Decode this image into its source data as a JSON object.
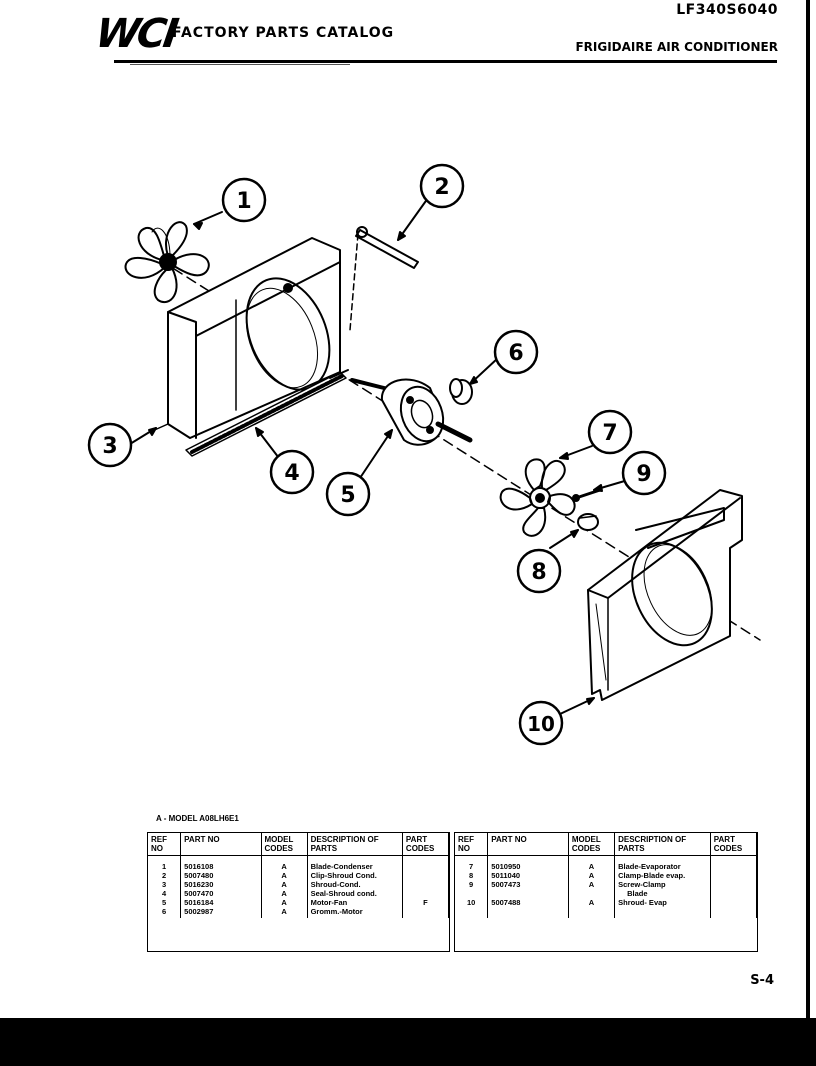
{
  "header": {
    "logo_text": "WCI",
    "catalog_title": "FACTORY PARTS CATALOG",
    "model_number": "LF340S6040",
    "brand_title": "FRIGIDAIRE AIR CONDITIONER"
  },
  "callouts": [
    "1",
    "2",
    "3",
    "4",
    "5",
    "6",
    "7",
    "8",
    "9",
    "10"
  ],
  "model_note": "A - MODEL A08LH6E1",
  "table": {
    "headers": [
      "REF NO",
      "PART NO",
      "MODEL CODES",
      "DESCRIPTION OF PARTS",
      "PART CODES"
    ],
    "left_rows": [
      {
        "ref": "1",
        "part": "5016108",
        "model": "A",
        "desc": "Blade-Condenser",
        "code": ""
      },
      {
        "ref": "2",
        "part": "5007480",
        "model": "A",
        "desc": "Clip-Shroud Cond.",
        "code": ""
      },
      {
        "ref": "3",
        "part": "5016230",
        "model": "A",
        "desc": "Shroud-Cond.",
        "code": ""
      },
      {
        "ref": "4",
        "part": "5007470",
        "model": "A",
        "desc": "Seal-Shroud cond.",
        "code": ""
      },
      {
        "ref": "5",
        "part": "5016184",
        "model": "A",
        "desc": "Motor-Fan",
        "code": "F"
      },
      {
        "ref": "6",
        "part": "5002987",
        "model": "A",
        "desc": "Gromm.-Motor",
        "code": ""
      }
    ],
    "right_rows": [
      {
        "ref": "7",
        "part": "5010950",
        "model": "A",
        "desc": "Blade-Evaporator",
        "code": ""
      },
      {
        "ref": "8",
        "part": "5011040",
        "model": "A",
        "desc": "Clamp-Blade evap.",
        "code": ""
      },
      {
        "ref": "9",
        "part": "5007473",
        "model": "A",
        "desc": "Screw-Clamp",
        "code": ""
      },
      {
        "ref": "",
        "part": "",
        "model": "",
        "desc": "Blade",
        "code": ""
      },
      {
        "ref": "10",
        "part": "5007488",
        "model": "A",
        "desc": "Shroud- Evap",
        "code": ""
      },
      {
        "ref": "",
        "part": "",
        "model": "",
        "desc": "",
        "code": ""
      }
    ]
  },
  "page_number": "S-4"
}
